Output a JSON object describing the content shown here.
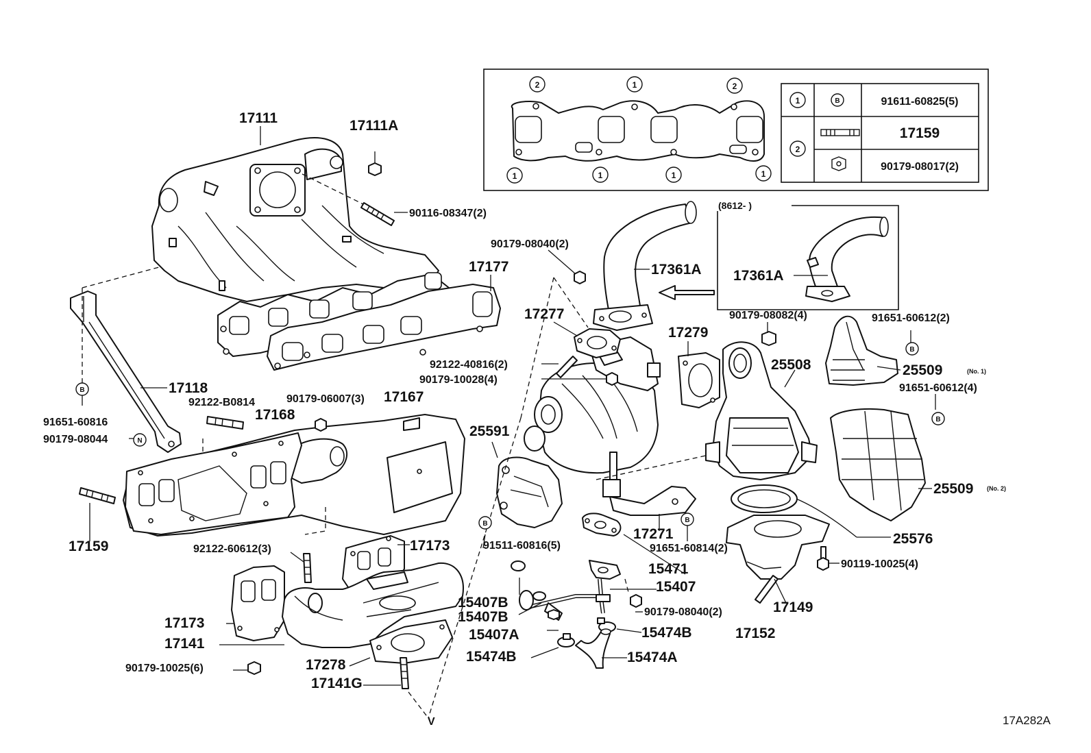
{
  "diagram": {
    "code": "17A282A",
    "inset_date": "(8612-      )",
    "legend": {
      "row1_key": "1",
      "row1_sym": "B",
      "row1_part": "91611-60825(5)",
      "row2_key": "2",
      "row2_part_a": "17159",
      "row2_part_b": "90179-08017(2)"
    },
    "gasket_markers": [
      "2",
      "1",
      "2",
      "1",
      "1",
      "1",
      "1"
    ],
    "labels": {
      "p17111": "17111",
      "p17111A": "17111A",
      "p90116": "90116-08347(2)",
      "p17177": "17177",
      "p90179_08040a": "90179-08040(2)",
      "p17361A": "17361A",
      "p17361A_inset": "17361A",
      "p17277": "17277",
      "p92122_40816": "92122-40816(2)",
      "p90179_10028": "90179-10028(4)",
      "p17279": "17279",
      "p90179_08082": "90179-08082(4)",
      "p91651_60612a": "91651-60612(2)",
      "p25508": "25508",
      "p25509_1": "25509",
      "p25509_1_note": "(No. 1)",
      "p91651_60612b": "91651-60612(4)",
      "p17118": "17118",
      "p92122_B0814": "92122-B0814",
      "p90179_06007": "90179-06007(3)",
      "p17167": "17167",
      "p17168": "17168",
      "p91651_60816": "91651-60816",
      "p90179_08044": "90179-08044",
      "p25591": "25591",
      "p25509_2": "25509",
      "p25509_2_note": "(No. 2)",
      "p17159": "17159",
      "p17271": "17271",
      "p91651_60814": "91651-60814(2)",
      "p25576": "25576",
      "p92122_60612": "92122-60612(3)",
      "p17173a": "17173",
      "p91511_60816": "91511-60816(5)",
      "p15471": "15471",
      "p90119_10025": "90119-10025(4)",
      "p15407": "15407",
      "p15407B_a": "15407B",
      "p15407B_b": "15407B",
      "p90179_08040b": "90179-08040(2)",
      "p17149": "17149",
      "p17173b": "17173",
      "p15407A": "15407A",
      "p15474B_a": "15474B",
      "p17152": "17152",
      "p17141": "17141",
      "p15474B_b": "15474B",
      "p15474A": "15474A",
      "p17278": "17278",
      "p90179_10025": "90179-10025(6)",
      "p17141G": "17141G"
    },
    "symbols": {
      "b": "B",
      "n": "N"
    }
  }
}
